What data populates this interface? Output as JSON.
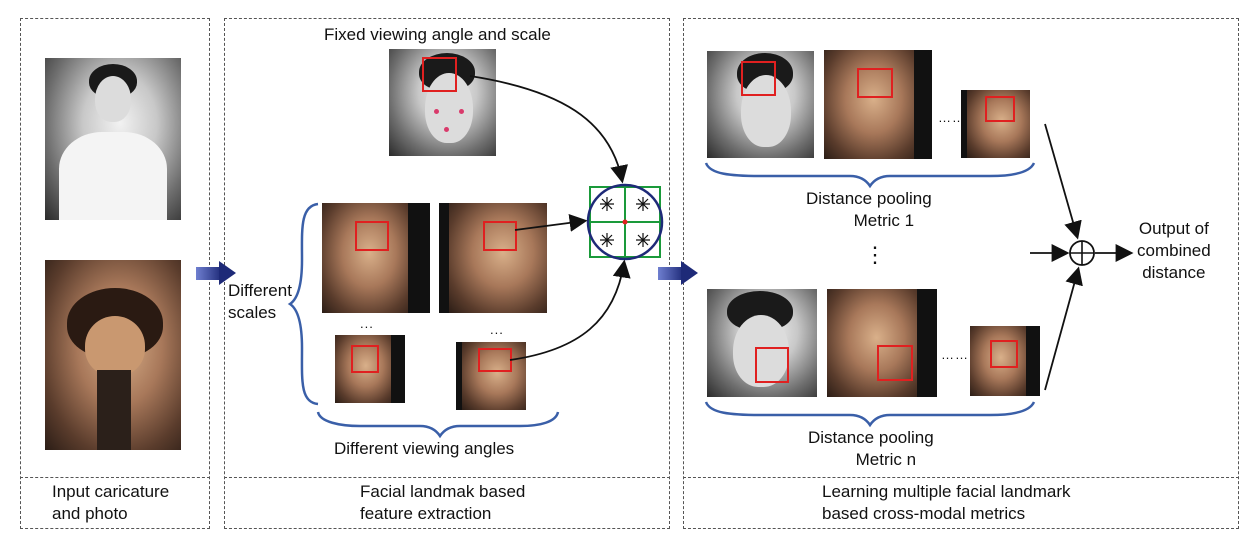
{
  "panels": {
    "input": {
      "caption_line1": "Input caricature",
      "caption_line2": "and photo"
    },
    "extraction": {
      "caption_line1": "Facial landmak based",
      "caption_line2": "feature extraction",
      "fixed_label": "Fixed viewing angle and scale",
      "scales_label_line1": "Different",
      "scales_label_line2": "scales",
      "angles_label": "Different viewing angles",
      "ellipsis_a": "...",
      "ellipsis_b": "..."
    },
    "metrics": {
      "caption_line1": "Learning multiple facial landmark",
      "caption_line2": "based cross-modal metrics",
      "pool1_line1": "Distance pooling",
      "pool1_line2": "Metric 1",
      "pooln_line1": "Distance pooling",
      "pooln_line2": "Metric n",
      "ellipsis_row1": "……",
      "ellipsis_rown": "……",
      "vertical_dots": "⋮",
      "output_line1": "Output of",
      "output_line2": "combined",
      "output_line3": "distance",
      "combine_symbol": "⊕"
    }
  },
  "colors": {
    "arrow_blue": "#2b3a8f",
    "landmark_red": "#e02020",
    "grid_green": "#1a9a3a",
    "circle_navy": "#1e2a78"
  }
}
